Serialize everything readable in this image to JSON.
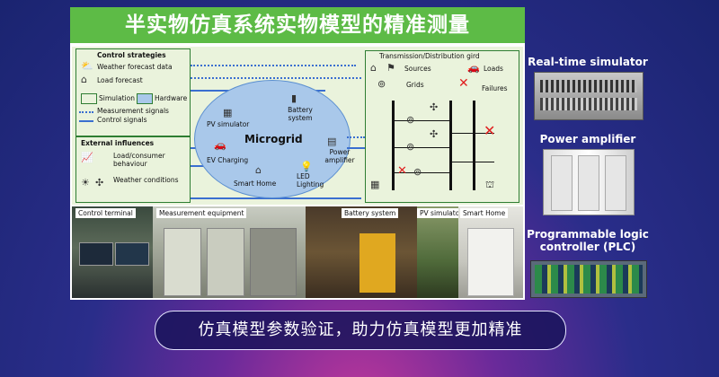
{
  "slide_title": "半实物仿真系统实物模型的精准测量",
  "control_box": {
    "title": "Control strategies",
    "items": [
      "Weather forecast data",
      "Load forecast"
    ],
    "legend_sim": "Simulation",
    "legend_hw": "Hardware",
    "signal_meas": "Measurement signals",
    "signal_ctrl": "Control signals"
  },
  "external_box": {
    "title": "External influences",
    "items": [
      "Load/consumer behaviour",
      "Weather conditions"
    ]
  },
  "microgrid": {
    "title": "Microgrid",
    "nodes": {
      "pv": "PV simulator",
      "battery": "Battery system",
      "ev": "EV Charging",
      "power_amp": "Power amplifier",
      "smart_home": "Smart Home",
      "led": "LED Lighting"
    }
  },
  "grid_box": {
    "title": "Transmission/Distribution gird",
    "sources": "Sources",
    "loads": "Loads",
    "grids": "Grids",
    "failures": "Failures"
  },
  "photos": [
    "Control terminal",
    "Measurement equipment",
    "Battery system",
    "PV simulator",
    "Smart Home"
  ],
  "right_panel": {
    "simulator": "Real-time simulator",
    "amplifier": "Power amplifier",
    "plc": "Programmable logic controller (PLC)"
  },
  "caption": "仿真模型参数验证，助力仿真模型更加精准",
  "colors": {
    "banner": "#5dbb46",
    "diagram_bg": "#eaf3dc",
    "microgrid": "#a9c8ea",
    "signal": "#3a6fd0",
    "failure": "#e02020"
  },
  "icons": [
    "weather-icon",
    "load-icon",
    "sun-icon",
    "wind-turbine-icon",
    "battery-icon",
    "pv-icon",
    "ev-icon",
    "home-icon",
    "bulb-icon",
    "amplifier-icon",
    "factory-icon",
    "transformer-icon",
    "failure-x-icon"
  ]
}
